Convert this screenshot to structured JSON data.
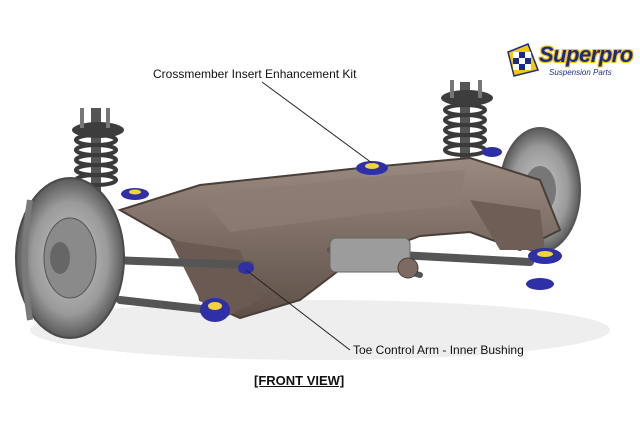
{
  "labels": {
    "crossmember": "Crossmember Insert Enhancement Kit",
    "toe_control": "Toe Control Arm - Inner Bushing",
    "view": "[FRONT VIEW]"
  },
  "logo": {
    "brand": "Superpro",
    "sub": "Suspension Parts"
  },
  "colors": {
    "bushing_blue": "#2f2fa8",
    "bushing_yellow": "#f2d43a",
    "frame": "#7a6a62",
    "logo_blue": "#1a2a8c",
    "logo_yellow": "#f6c800"
  }
}
